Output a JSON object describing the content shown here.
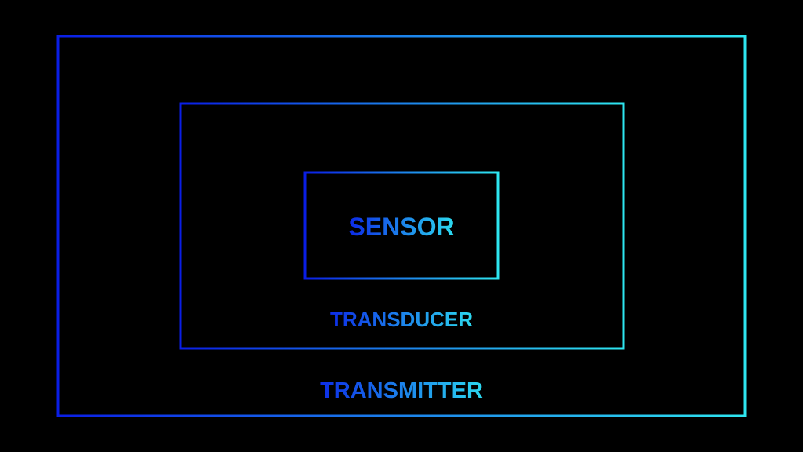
{
  "diagram": {
    "type": "nested-boxes",
    "background_color": "#000000",
    "gradient": {
      "start_color": "#0a1ee6",
      "end_color": "#2ee6f0"
    },
    "layers": [
      {
        "id": "outer",
        "label": "TRANSMITTER"
      },
      {
        "id": "middle",
        "label": "TRANSDUCER"
      },
      {
        "id": "inner",
        "label": "SENSOR"
      }
    ]
  }
}
